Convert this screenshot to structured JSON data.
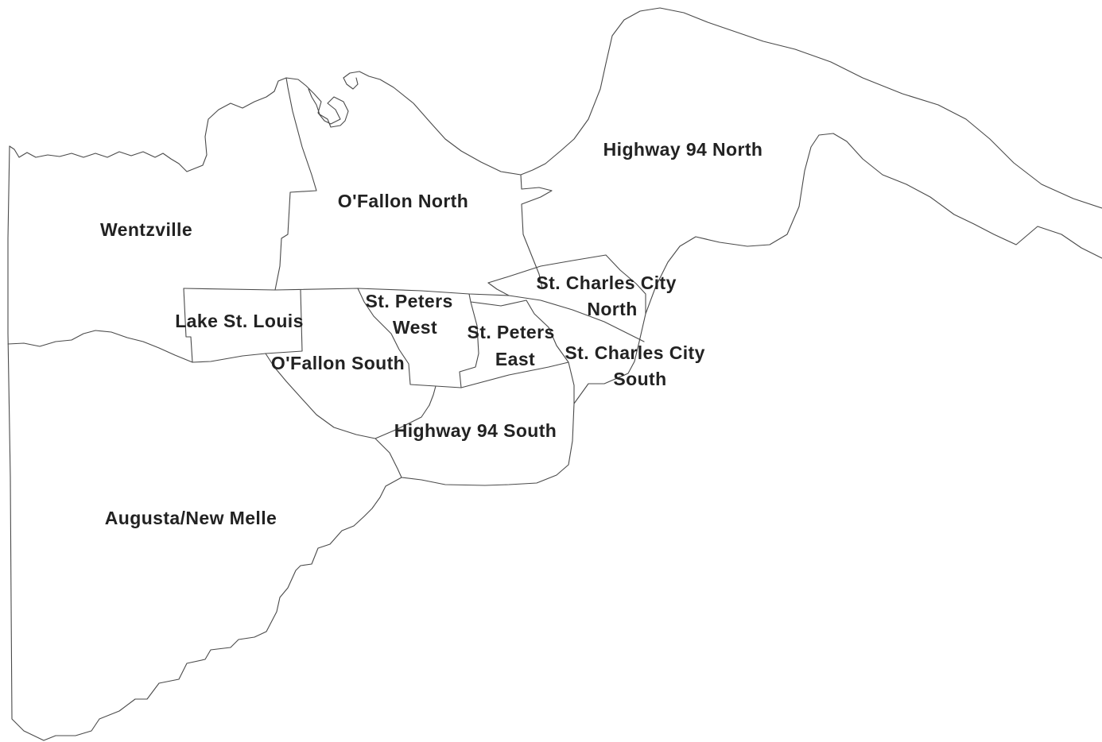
{
  "colors": {
    "boundary": "#4a4a4a",
    "label": "#222222",
    "background": "#ffffff"
  },
  "map": {
    "regions": [
      {
        "id": "highway-94-north",
        "lines": [
          "Highway 94 North"
        ]
      },
      {
        "id": "ofallon-north",
        "lines": [
          "O'Fallon North"
        ]
      },
      {
        "id": "wentzville",
        "lines": [
          "Wentzville"
        ]
      },
      {
        "id": "st-charles-city-north",
        "lines": [
          "St. Charles City",
          "North"
        ]
      },
      {
        "id": "st-peters-west",
        "lines": [
          "St. Peters",
          "West"
        ]
      },
      {
        "id": "lake-st-louis",
        "lines": [
          "Lake St. Louis"
        ]
      },
      {
        "id": "st-peters-east",
        "lines": [
          "St. Peters",
          "East"
        ]
      },
      {
        "id": "st-charles-city-south",
        "lines": [
          "St. Charles City",
          "South"
        ]
      },
      {
        "id": "ofallon-south",
        "lines": [
          "O'Fallon South"
        ]
      },
      {
        "id": "highway-94-south",
        "lines": [
          "Highway 94 South"
        ]
      },
      {
        "id": "augusta-new-melle",
        "lines": [
          "Augusta/New Melle"
        ]
      }
    ]
  }
}
